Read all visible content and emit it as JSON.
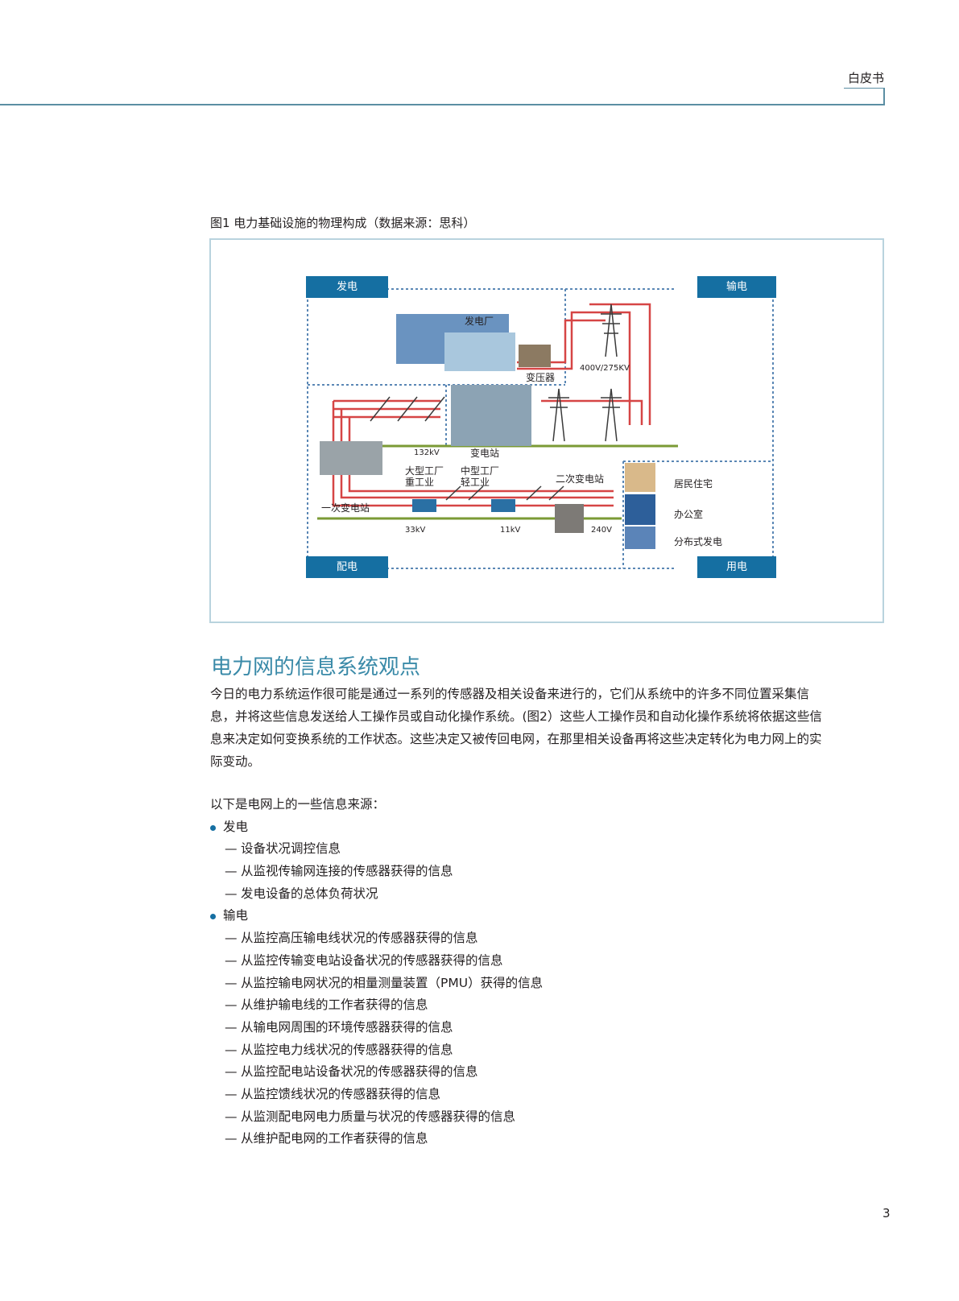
{
  "header": {
    "label": "白皮书"
  },
  "figure": {
    "caption": "图1 电力基础设施的物理构成（数据来源：思科）",
    "tabs": {
      "generation": "发电",
      "transmission": "输电",
      "distribution": "配电",
      "consumption": "用电"
    },
    "labels": {
      "power_plant": "发电厂",
      "transformer": "变压器",
      "voltage_400": "400V/275KV",
      "kv132": "132kV",
      "substation": "变电站",
      "large_factory": "大型工厂",
      "heavy_industry": "重工业",
      "medium_factory": "中型工厂",
      "light_industry": "轻工业",
      "secondary_substation": "二次变电站",
      "primary_substation": "一次变电站",
      "kv33": "33kV",
      "kv11": "11kV",
      "v240": "240V",
      "residential": "居民住宅",
      "office": "办公室",
      "distributed_generation": "分布式发电"
    },
    "colors": {
      "tab": "#156fa2",
      "line_red": "#d64545",
      "line_green": "#7b9a35",
      "dashed": "#5a87b5"
    }
  },
  "section": {
    "title": "电力网的信息系统观点",
    "paragraph_lines": [
      "今日的电力系统运作很可能是通过一系列的传感器及相关设备来进行的，它们从系统中的许多不同位置采集信",
      "息，并将这些信息发送给人工操作员或自动化操作系统。(图2）这些人工操作员和自动化操作系统将依据这些信",
      "息来决定如何变换系统的工作状态。这些决定又被传回电网，在那里相关设备再将这些决定转化为电力网上的实",
      "际变动。"
    ],
    "list_intro": "以下是电网上的一些信息来源：",
    "groups": [
      {
        "label": "发电",
        "items": [
          "设备状况调控信息",
          "从监视传输网连接的传感器获得的信息",
          "发电设备的总体负荷状况"
        ]
      },
      {
        "label": "输电",
        "items": [
          "从监控高压输电线状况的传感器获得的信息",
          "从监控传输变电站设备状况的传感器获得的信息",
          "从监控输电网状况的相量测量装置（PMU）获得的信息",
          "从维护输电线的工作者获得的信息",
          "从输电网周围的环境传感器获得的信息",
          "从监控电力线状况的传感器获得的信息",
          "从监控配电站设备状况的传感器获得的信息",
          "从监控馈线状况的传感器获得的信息",
          "从监测配电网电力质量与状况的传感器获得的信息",
          "从维护配电网的工作者获得的信息"
        ]
      }
    ],
    "dash": "—"
  },
  "page_number": "3"
}
